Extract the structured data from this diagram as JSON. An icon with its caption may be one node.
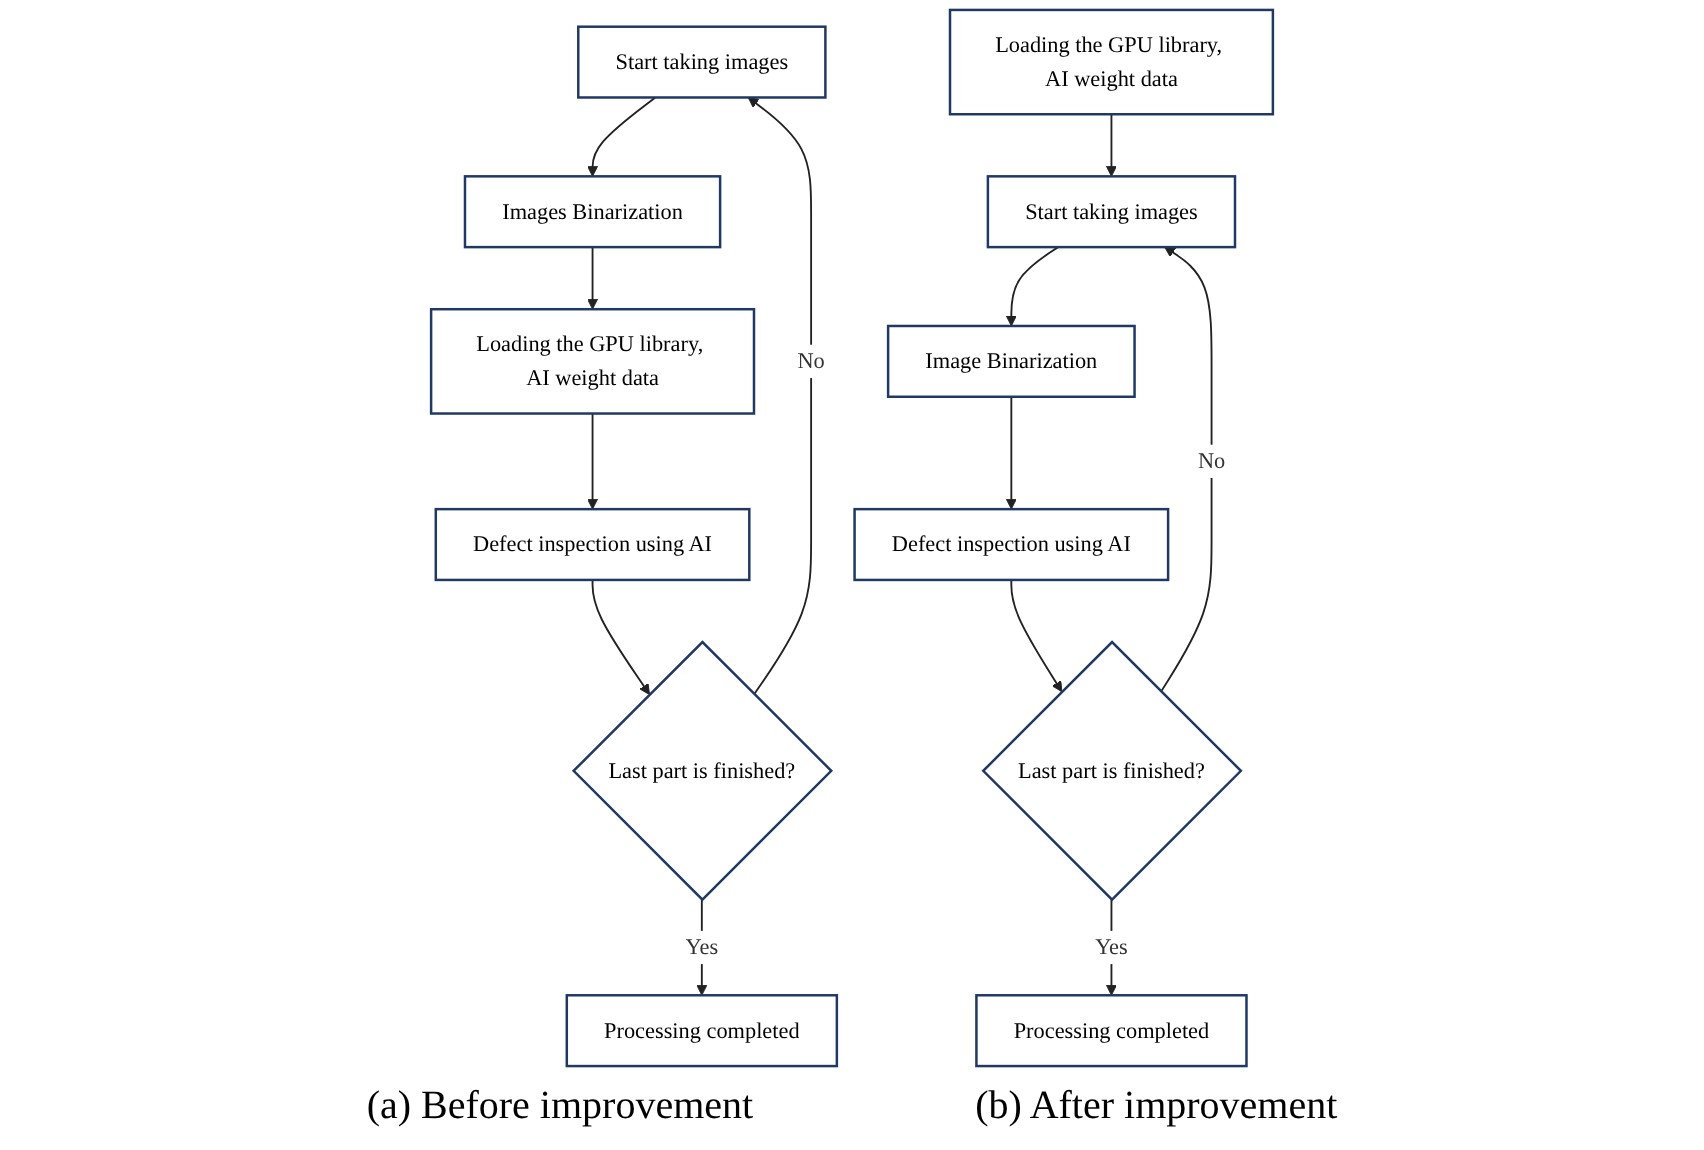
{
  "diagram": {
    "nodes": [
      {
        "text": [
          "Start taking images"
        ]
      },
      {
        "text": [
          "Images Binarization"
        ]
      },
      {
        "text": [
          "Loading the GPU library, AI weight data"
        ]
      },
      {
        "text": [
          "Defect inspection using AI"
        ]
      },
      {
        "text": [
          "Last part is finished?"
        ]
      },
      {
        "text": [
          "Processing completed"
        ]
      },
      {
        "text": [
          "Loading the GPU library, AI weight data"
        ]
      },
      {
        "text": [
          "Start taking images"
        ]
      },
      {
        "text": [
          "Image Binarization"
        ]
      },
      {
        "text": [
          "Defect inspection using AI"
        ]
      },
      {
        "text": [
          "Last part is finished?"
        ]
      },
      {
        "text": [
          "Processing completed"
        ]
      }
    ],
    "edges": [
      {
        "from": 0,
        "to": 1,
        "arrow": "to"
      },
      {
        "from": 1,
        "to": 2,
        "arrow": "to"
      },
      {
        "from": 2,
        "to": 3,
        "arrow": "to"
      },
      {
        "from": 3,
        "to": 4,
        "arrow": "to"
      },
      {
        "from": 4,
        "to": 5,
        "arrow": "to",
        "label": "Yes"
      },
      {
        "from": 4,
        "to": 0,
        "arrow": "to",
        "label": "No"
      },
      {
        "from": 6,
        "to": 7,
        "arrow": "to"
      },
      {
        "from": 7,
        "to": 8,
        "arrow": "to"
      },
      {
        "from": 8,
        "to": 9,
        "arrow": "to"
      },
      {
        "from": 9,
        "to": 10,
        "arrow": "to"
      },
      {
        "from": 10,
        "to": 11,
        "arrow": "to",
        "label": "Yes"
      },
      {
        "from": 10,
        "to": 7,
        "arrow": "to",
        "label": "No"
      }
    ],
    "labels": [
      "(a) Before improvement",
      "(b) After improvement"
    ]
  }
}
